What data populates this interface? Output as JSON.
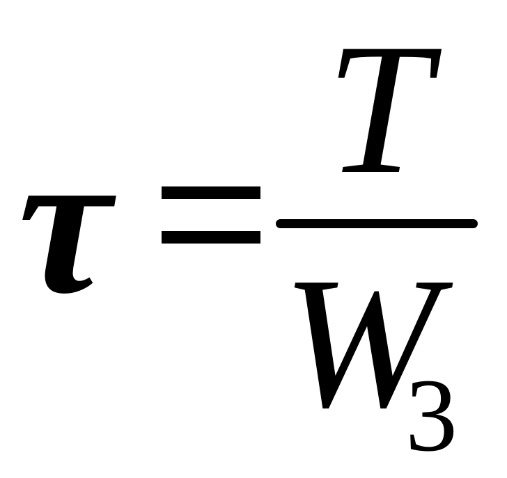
{
  "formula": {
    "lhs": "τ",
    "operator": "=",
    "numerator": "T",
    "denominator": "W",
    "denominator_subscript": "3"
  }
}
